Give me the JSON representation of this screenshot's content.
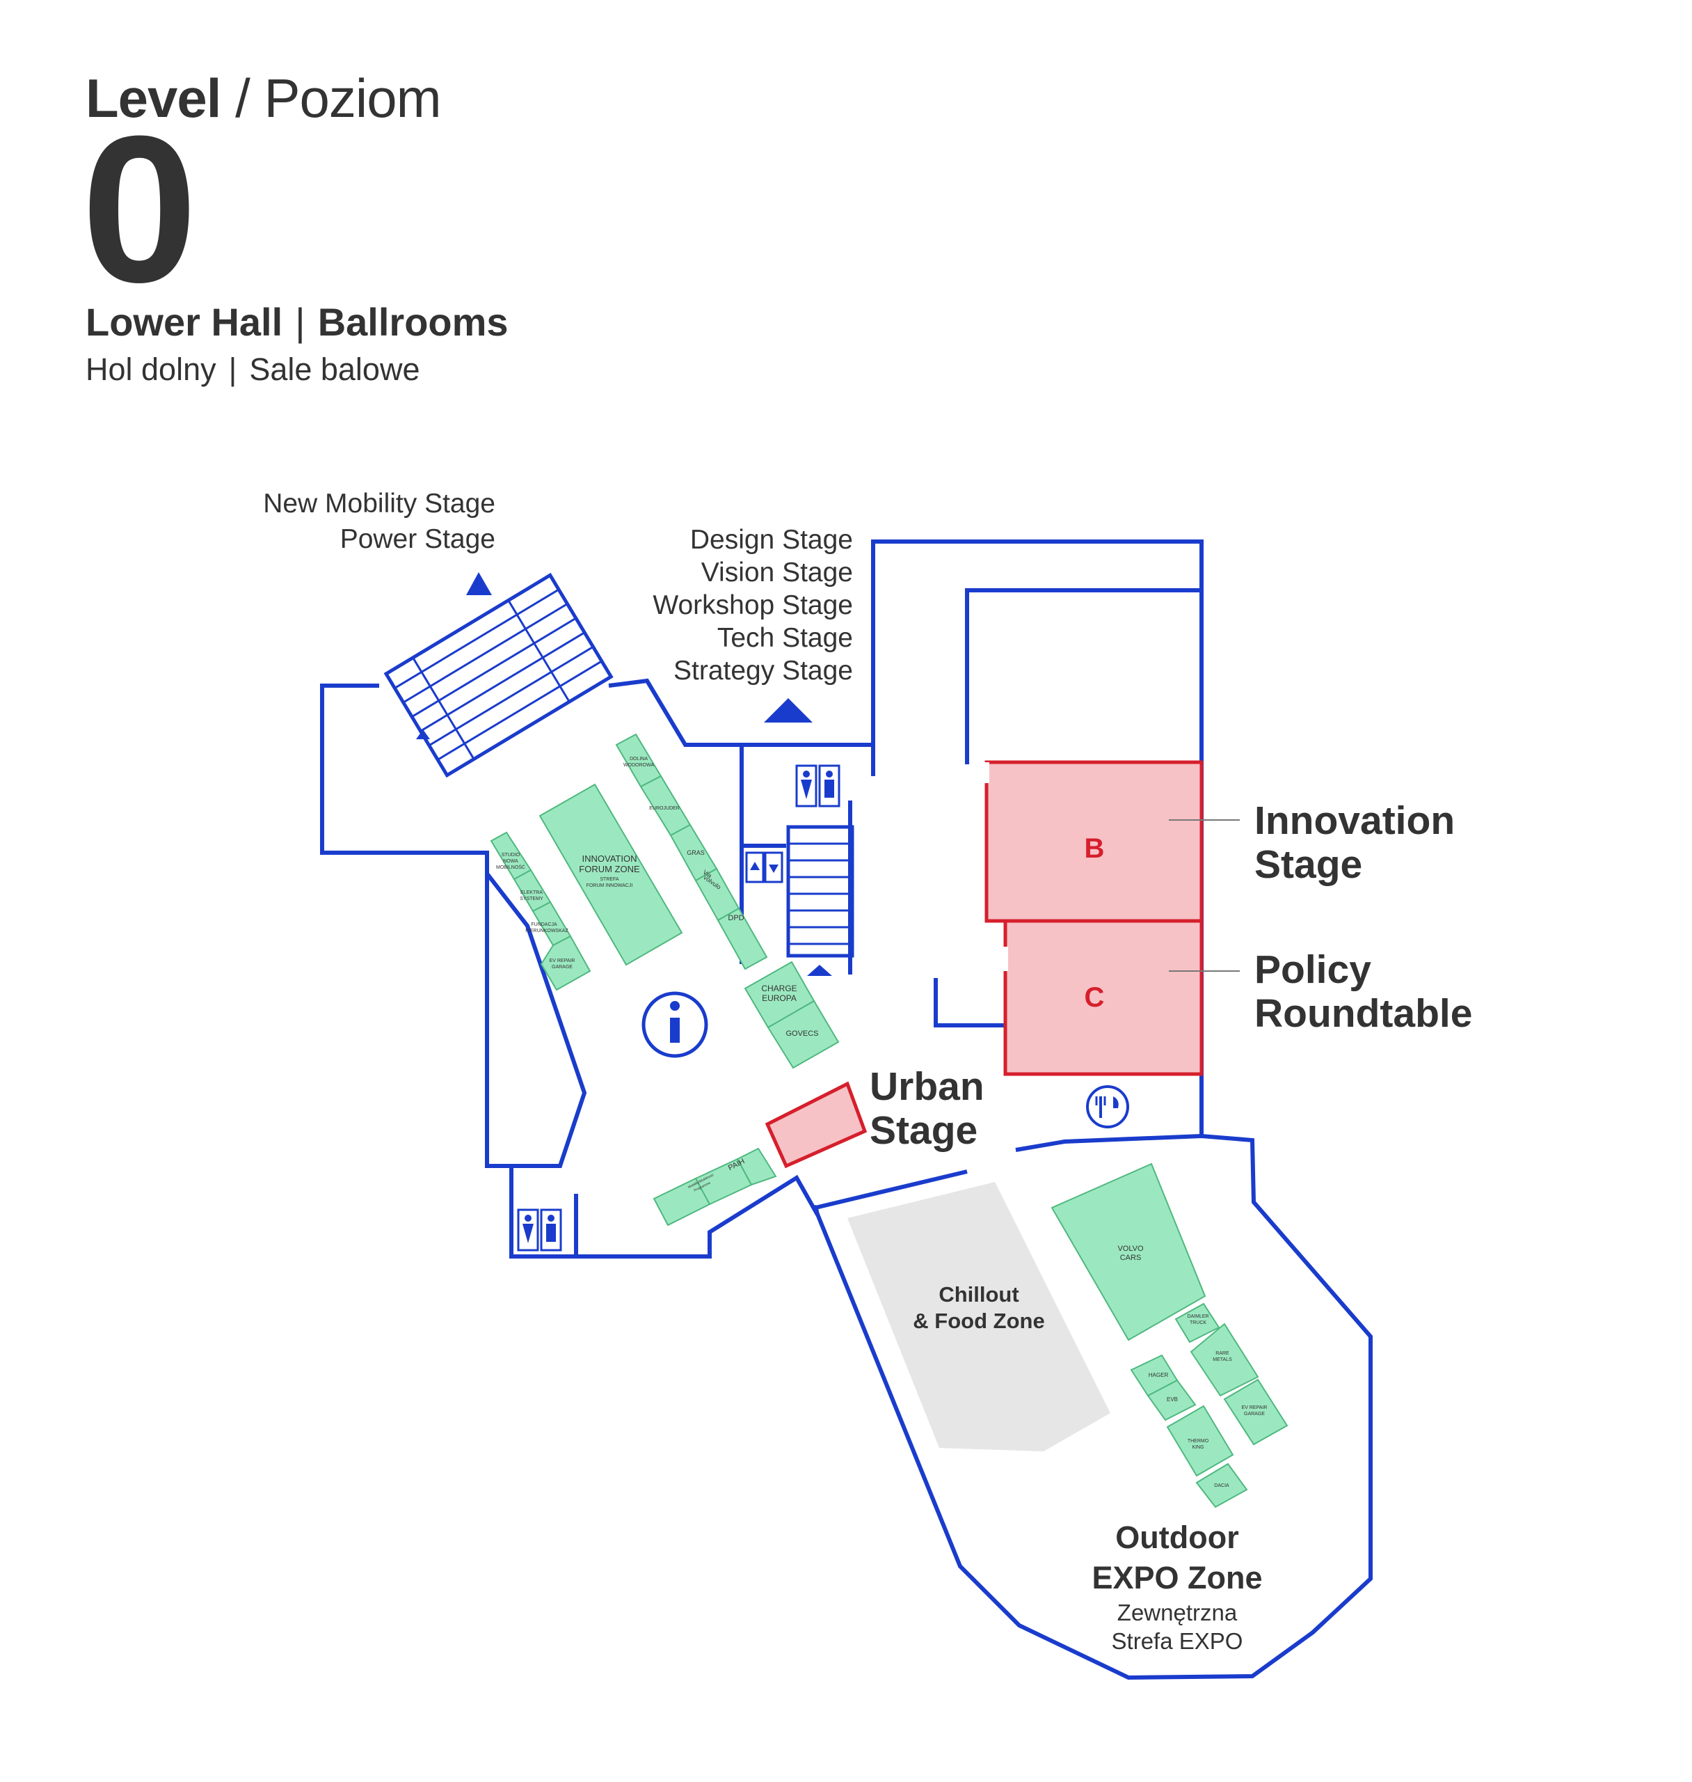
{
  "header": {
    "level_en": "Level",
    "level_slash_pl": "/ Poziom",
    "level_number": "0",
    "area_en_1": "Lower Hall",
    "area_en_2": "Ballrooms",
    "area_pl_1": "Hol dolny",
    "area_pl_2": "Sale balowe",
    "separator": "|"
  },
  "stairs_up_left": {
    "stages": [
      "New Mobility Stage",
      "Power Stage"
    ]
  },
  "stairs_up_center": {
    "stages": [
      "Design Stage",
      "Vision Stage",
      "Workshop Stage",
      "Tech Stage",
      "Strategy Stage"
    ]
  },
  "rooms": {
    "b": {
      "letter": "B",
      "name_line1": "Innovation",
      "name_line2": "Stage"
    },
    "c": {
      "letter": "C",
      "name_line1": "Policy",
      "name_line2": "Roundtable"
    },
    "urban": {
      "name_line1": "Urban",
      "name_line2": "Stage"
    }
  },
  "zones": {
    "chillout": {
      "line1": "Chillout",
      "line2": "& Food Zone"
    },
    "outdoor": {
      "line1": "Outdoor",
      "line2": "EXPO Zone",
      "pl_line1": "Zewnętrzna",
      "pl_line2": "Strefa EXPO"
    },
    "innovation_forum": {
      "line1": "INNOVATION",
      "line2": "FORUM ZONE",
      "pl_line1": "STREFA",
      "pl_line2": "FORUM INNOWACJI"
    }
  },
  "booths": {
    "studio_nowa_mobilnosc": [
      "STUDIO",
      "NOWA",
      "MOBILNOŚĆ"
    ],
    "elektra_systemy": [
      "ELEKTRA",
      "SYSTEMY"
    ],
    "fundacja": [
      "FUNDACJA",
      "KIERUNKOWSKAZ"
    ],
    "ev_repair_left": [
      "EV REPAIR",
      "GARAGE"
    ],
    "dolina_wodorowa": [
      "DOLINA",
      "WODOROWA"
    ],
    "eurojuder": [
      "EUROJUDER"
    ],
    "gras": [
      "GRAS"
    ],
    "via_volvulo": [
      "Via",
      "volvulo"
    ],
    "dpd": [
      "DPD"
    ],
    "charge_europa": [
      "CHARGE",
      "EUROPA"
    ],
    "govecs": [
      "GOVECS"
    ],
    "paih": [
      "PAIH"
    ],
    "mobility_small": [
      "Mobility/Mobilność",
      "Programme"
    ],
    "volvo_cars": [
      "VOLVO",
      "CARS"
    ],
    "daimler_truck": [
      "DAIMLER",
      "TRUCK"
    ],
    "rare_metals": [
      "RARE",
      "METALS"
    ],
    "hager": [
      "HAGER"
    ],
    "evb": [
      "EVB"
    ],
    "ev_repair_right": [
      "EV REPAIR",
      "GARAGE"
    ],
    "thermo_king": [
      "THERMO",
      "KING"
    ],
    "dacia": [
      "DACIA"
    ]
  },
  "colors": {
    "wall_blue": "#1a3ccc",
    "booth_green": "#9be8c0",
    "booth_border": "#4fb87f",
    "room_pink": "#f6c2c6",
    "room_red": "#d61f2c",
    "chill_gray": "#e6e6e6",
    "text_dark": "#333333"
  },
  "icons": [
    "info-icon",
    "restaurant-icon",
    "restroom-icon",
    "elevator-icon",
    "stairs-up-arrow-icon"
  ]
}
